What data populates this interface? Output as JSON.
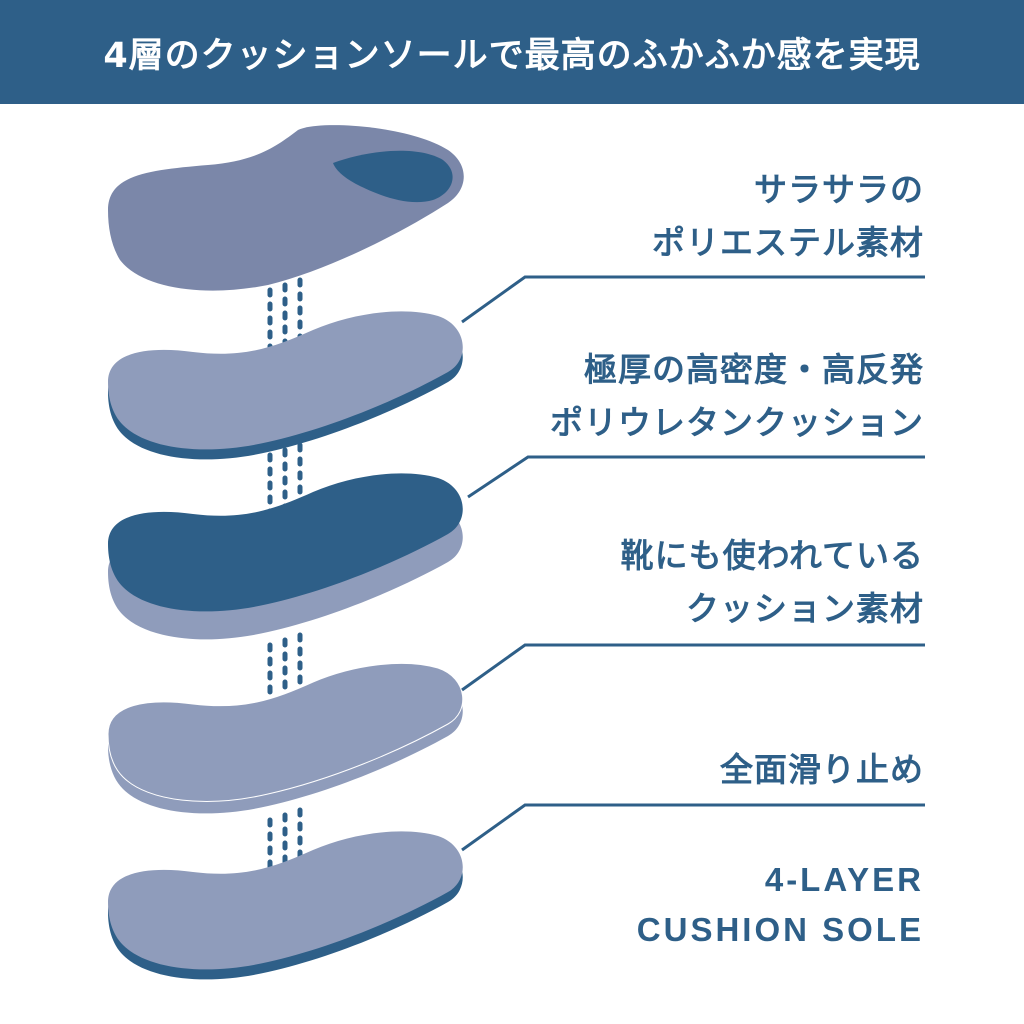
{
  "header": {
    "title": "4層のクッションソールで最高のふかふか感を実現"
  },
  "layers": [
    {
      "line1": "サラサラの",
      "line2": "ポリエステル素材"
    },
    {
      "line1": "極厚の高密度・高反発",
      "line2": "ポリウレタンクッション"
    },
    {
      "line1": "靴にも使われている",
      "line2": "クッション素材"
    },
    {
      "line1": "全面滑り止め"
    }
  ],
  "footer": {
    "line1": "4-LAYER",
    "line2": "CUSHION SOLE"
  },
  "colors": {
    "primary": "#2e5f88",
    "light": "#8f9cbb",
    "upper": "#7b87a9"
  }
}
